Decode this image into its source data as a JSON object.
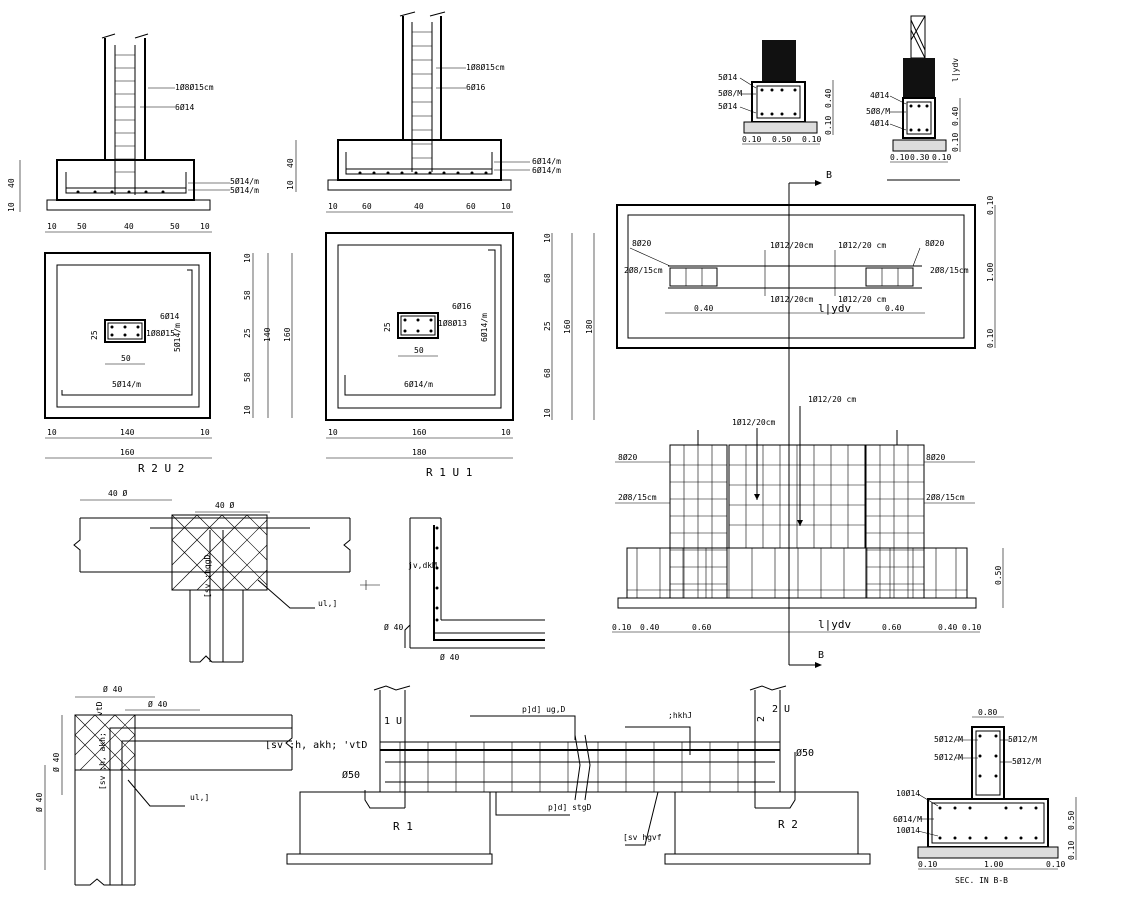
{
  "drawing": {
    "footing_r2": {
      "vertical_bars_label": "6Ø14",
      "ties_label": "1Ø8Ø15cm",
      "bottom_mesh_1": "5Ø14/m",
      "bottom_mesh_2": "5Ø14/m",
      "height_dim": "40",
      "base_dim": "10",
      "widths": [
        "10",
        "50",
        "40",
        "50",
        "10"
      ],
      "plan_col_bars": "6Ø14",
      "plan_col_ties": "1Ø8Ø15",
      "plan_col_height": "25",
      "plan_col_width": "50",
      "plan_mesh_h": "5Ø14/m",
      "plan_mesh_v": "5Ø14/m",
      "plan_dims_v": [
        "10",
        "58",
        "25",
        "58",
        "10"
      ],
      "plan_total_inner_v": "140",
      "plan_total_v": "160",
      "plan_dims_h": [
        "10",
        "140",
        "10"
      ],
      "plan_total_h": "160",
      "title": "R 2 U 2"
    },
    "footing_r1": {
      "ties_label": "1Ø8Ø15cm",
      "vertical_bars_label": "6Ø16",
      "bottom_mesh_1": "6Ø14/m",
      "bottom_mesh_2": "6Ø14/m",
      "height_dim": "40",
      "base_dim": "10",
      "widths": [
        "10",
        "60",
        "40",
        "60",
        "10"
      ],
      "plan_col_bars": "6Ø16",
      "plan_col_ties": "1Ø8Ø13",
      "plan_col_height": "25",
      "plan_col_width": "50",
      "plan_mesh_h": "6Ø14/m",
      "plan_mesh_v": "6Ø14/m",
      "plan_dims_v": [
        "10",
        "68",
        "25",
        "68",
        "10"
      ],
      "plan_total_inner_v": "160",
      "plan_total_v": "180",
      "plan_dims_h": [
        "10",
        "160",
        "10"
      ],
      "plan_total_h": "180",
      "title": "R 1 U 1"
    },
    "tie_beam_section_a": {
      "top": "5Ø14",
      "ties": "5Ø8/M",
      "bottom": "5Ø14",
      "dims": [
        "0.10",
        "0.50",
        "0.10"
      ],
      "heights": [
        "0.10",
        "0.40"
      ]
    },
    "tie_beam_section_b": {
      "top": "4Ø14",
      "ties": "5Ø8/M",
      "bottom": "4Ø14",
      "dims": [
        "0.10",
        "0.30",
        "0.10"
      ],
      "heights": [
        "0.10",
        "0.40"
      ],
      "side_label": "l|ydv"
    },
    "beam_plan": {
      "section_mark": "B",
      "left_bars": "8Ø20",
      "right_bars": "8Ø20",
      "left_ties": "2Ø8/15cm",
      "right_ties": "2Ø8/15cm",
      "top_bars_1": "1Ø12/20cm",
      "top_bars_2": "1Ø12/20 cm",
      "bottom_bars_1": "1Ø12/20cm",
      "bottom_bars_2": "1Ø12/20 cm",
      "dims": [
        "0.40",
        "0.40"
      ],
      "center_label": "l|ydv",
      "side_dims": [
        "0.10",
        "1.00",
        "0.10"
      ]
    },
    "beam_elevation": {
      "top_left": "1Ø12/20cm",
      "top_right": "1Ø12/20 cm",
      "left_bars": "8Ø20",
      "right_bars": "8Ø20",
      "left_ties": "2Ø8/15cm",
      "right_ties": "2Ø8/15cm",
      "dims": [
        "0.10",
        "0.40",
        "0.60",
        "0.60",
        "0.40",
        "0.10"
      ],
      "label": "l|ydv",
      "side_dim": "0.50",
      "section_mark": "B"
    },
    "joint_detail_1": {
      "dim_1": "40 Ø",
      "dim_2": "40 Ø",
      "label_1": "[sv ;hqgD",
      "label_2": "ul,]"
    },
    "joint_detail_2": {
      "label": "jv,dkM",
      "dim_1": "Ø 40",
      "dim_2": "Ø 40"
    },
    "corner_detail": {
      "dim_1": "Ø 40",
      "dim_2": "Ø 40",
      "dim_3": "Ø 40",
      "dim_4": "Ø 40",
      "label_1": "vtD",
      "label_2": "[sv ;h, akh; 'vtD",
      "label_3": "[sv ;h, akh;",
      "label_4": "ul,]"
    },
    "grade_beam": {
      "label_top_1": "p]d] ug,D",
      "label_top_2": ";hkhJ",
      "label_bottom_1": "p]d] stgD",
      "label_bottom_2": "[sv hgvf",
      "left_footing": "R 1",
      "right_footing": "R 2",
      "left_col": "1 U",
      "right_col": "2 U",
      "bend_left": "Ø50",
      "bend_right": "Ø50"
    },
    "section_bb": {
      "top_dim": "0.80",
      "col_bars_1": "5Ø12/M",
      "col_bars_2": "5Ø12/M",
      "col_bars_3": "5Ø12/M",
      "col_bars_4": "5Ø12/M",
      "top_bars": "10Ø14",
      "ties": "6Ø14/M",
      "bottom_bars": "10Ø14",
      "dims": [
        "0.10",
        "1.00",
        "0.10"
      ],
      "heights": [
        "0.50",
        "0.10"
      ],
      "title": "SEC. IN B-B"
    }
  }
}
